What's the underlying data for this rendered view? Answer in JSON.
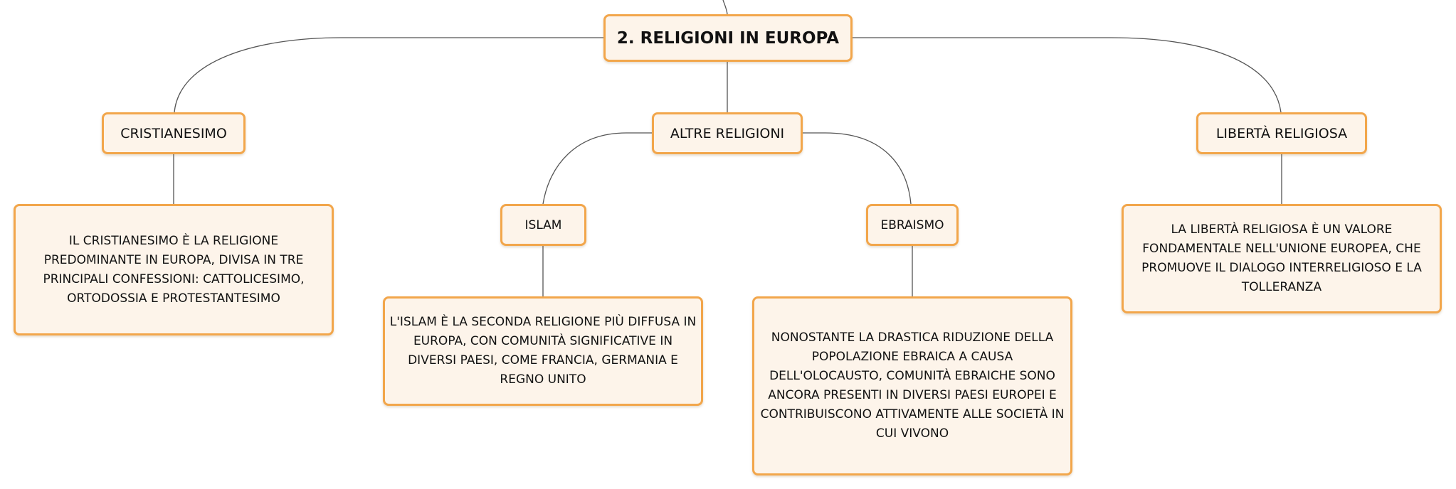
{
  "root": {
    "title": "2. RELIGIONI IN EUROPA"
  },
  "branches": {
    "cristianesimo": {
      "label": "CRISTIANESIMO",
      "description": "IL CRISTIANESIMO È LA RELIGIONE PREDOMINANTE IN EUROPA, DIVISA IN TRE PRINCIPALI CONFESSIONI: CATTOLICESIMO, ORTODOSSIA E PROTESTANTESIMO"
    },
    "altre_religioni": {
      "label": "ALTRE RELIGIONI",
      "islam": {
        "label": "ISLAM",
        "description": "L'ISLAM È LA SECONDA RELIGIONE PIÙ DIFFUSA IN EUROPA, CON COMUNITÀ SIGNIFICATIVE IN DIVERSI PAESI, COME FRANCIA, GERMANIA E REGNO UNITO"
      },
      "ebraismo": {
        "label": "EBRAISMO",
        "description": "NONOSTANTE LA DRASTICA RIDUZIONE DELLA POPOLAZIONE EBRAICA A CAUSA DELL'OLOCAUSTO, COMUNITÀ EBRAICHE SONO ANCORA PRESENTI IN DIVERSI PAESI EUROPEI E CONTRIBUISCONO ATTIVAMENTE ALLE SOCIETÀ IN CUI VIVONO"
      }
    },
    "liberta_religiosa": {
      "label": "LIBERTÀ RELIGIOSA",
      "description": "LA LIBERTÀ RELIGIOSA È UN VALORE FONDAMENTALE NELL'UNIONE EUROPEA, CHE PROMUOVE IL DIALOGO INTERRELIGIOSO E LA TOLLERANZA"
    }
  },
  "colors": {
    "node_fill": "#fdf4ea",
    "node_border": "#f2a64b",
    "connector": "#555555"
  }
}
